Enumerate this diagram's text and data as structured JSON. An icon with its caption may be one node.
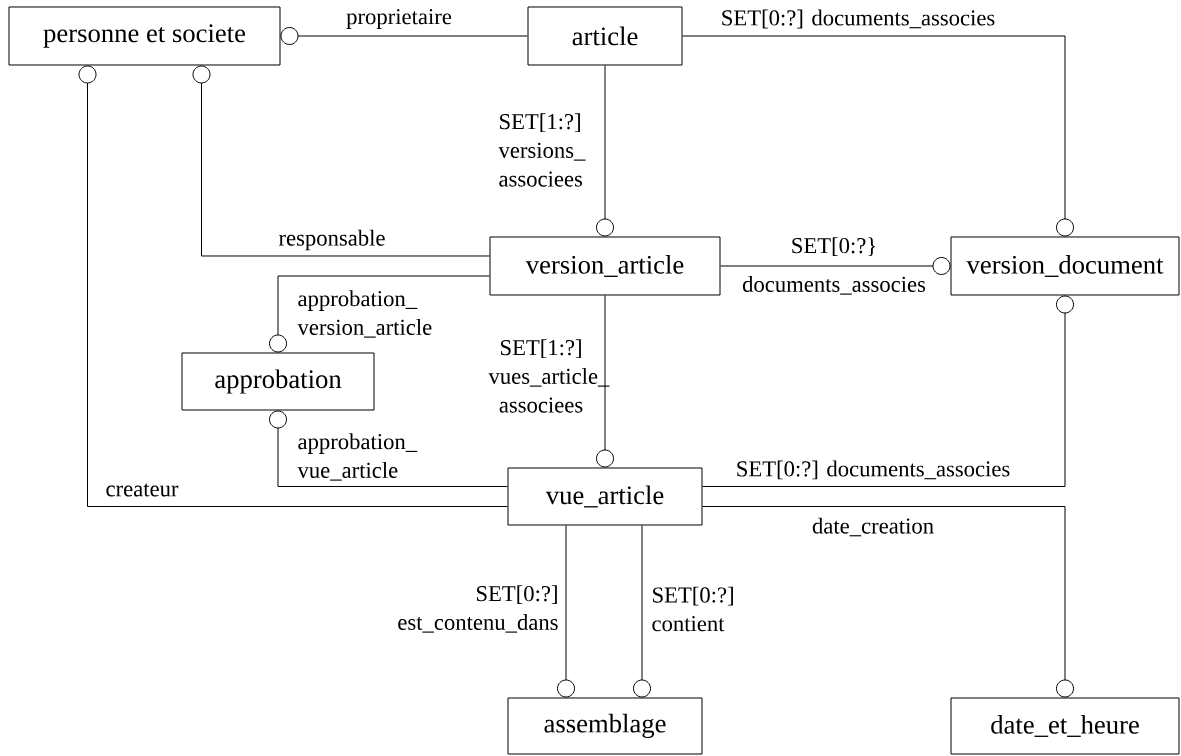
{
  "diagram": {
    "nodes": [
      {
        "text": [
          "personne et societe"
        ]
      },
      {
        "text": [
          "article"
        ]
      },
      {
        "text": [
          "version_article"
        ]
      },
      {
        "text": [
          "version_document"
        ]
      },
      {
        "text": [
          "approbation"
        ]
      },
      {
        "text": [
          "vue_article"
        ]
      },
      {
        "text": [
          "assemblage"
        ]
      },
      {
        "text": [
          "date_et_heure"
        ]
      }
    ],
    "edges": [
      {
        "from": 1,
        "to": 0,
        "arrow": "other",
        "label": "proprietaire"
      },
      {
        "from": 1,
        "to": 3,
        "arrow": "other",
        "label": "SET[0:?] documents_associes"
      },
      {
        "from": 1,
        "to": 2,
        "arrow": "other",
        "label": "SET[1:?] versions_ associees"
      },
      {
        "from": 2,
        "to": 0,
        "arrow": "other",
        "label": "responsable"
      },
      {
        "from": 2,
        "to": 3,
        "arrow": "other",
        "label": "SET[0:?} documents_associes"
      },
      {
        "from": 2,
        "to": 4,
        "arrow": "other",
        "label": "approbation_ version_article"
      },
      {
        "from": 2,
        "to": 5,
        "arrow": "other",
        "label": "SET[1:?] vues_article_ associees"
      },
      {
        "from": 5,
        "to": 3,
        "arrow": "other",
        "label": "SET[0:?] documents_associes"
      },
      {
        "from": 5,
        "to": 4,
        "arrow": "other",
        "label": "approbation_ vue_article"
      },
      {
        "from": 5,
        "to": 0,
        "arrow": "other",
        "label": "createur"
      },
      {
        "from": 5,
        "to": 7,
        "arrow": "other",
        "label": "date_creation"
      },
      {
        "from": 5,
        "to": 6,
        "arrow": "other",
        "label": "SET[0:?] est_contenu_dans"
      },
      {
        "from": 5,
        "to": 6,
        "arrow": "other",
        "label": "SET[0:?] contient"
      }
    ]
  }
}
